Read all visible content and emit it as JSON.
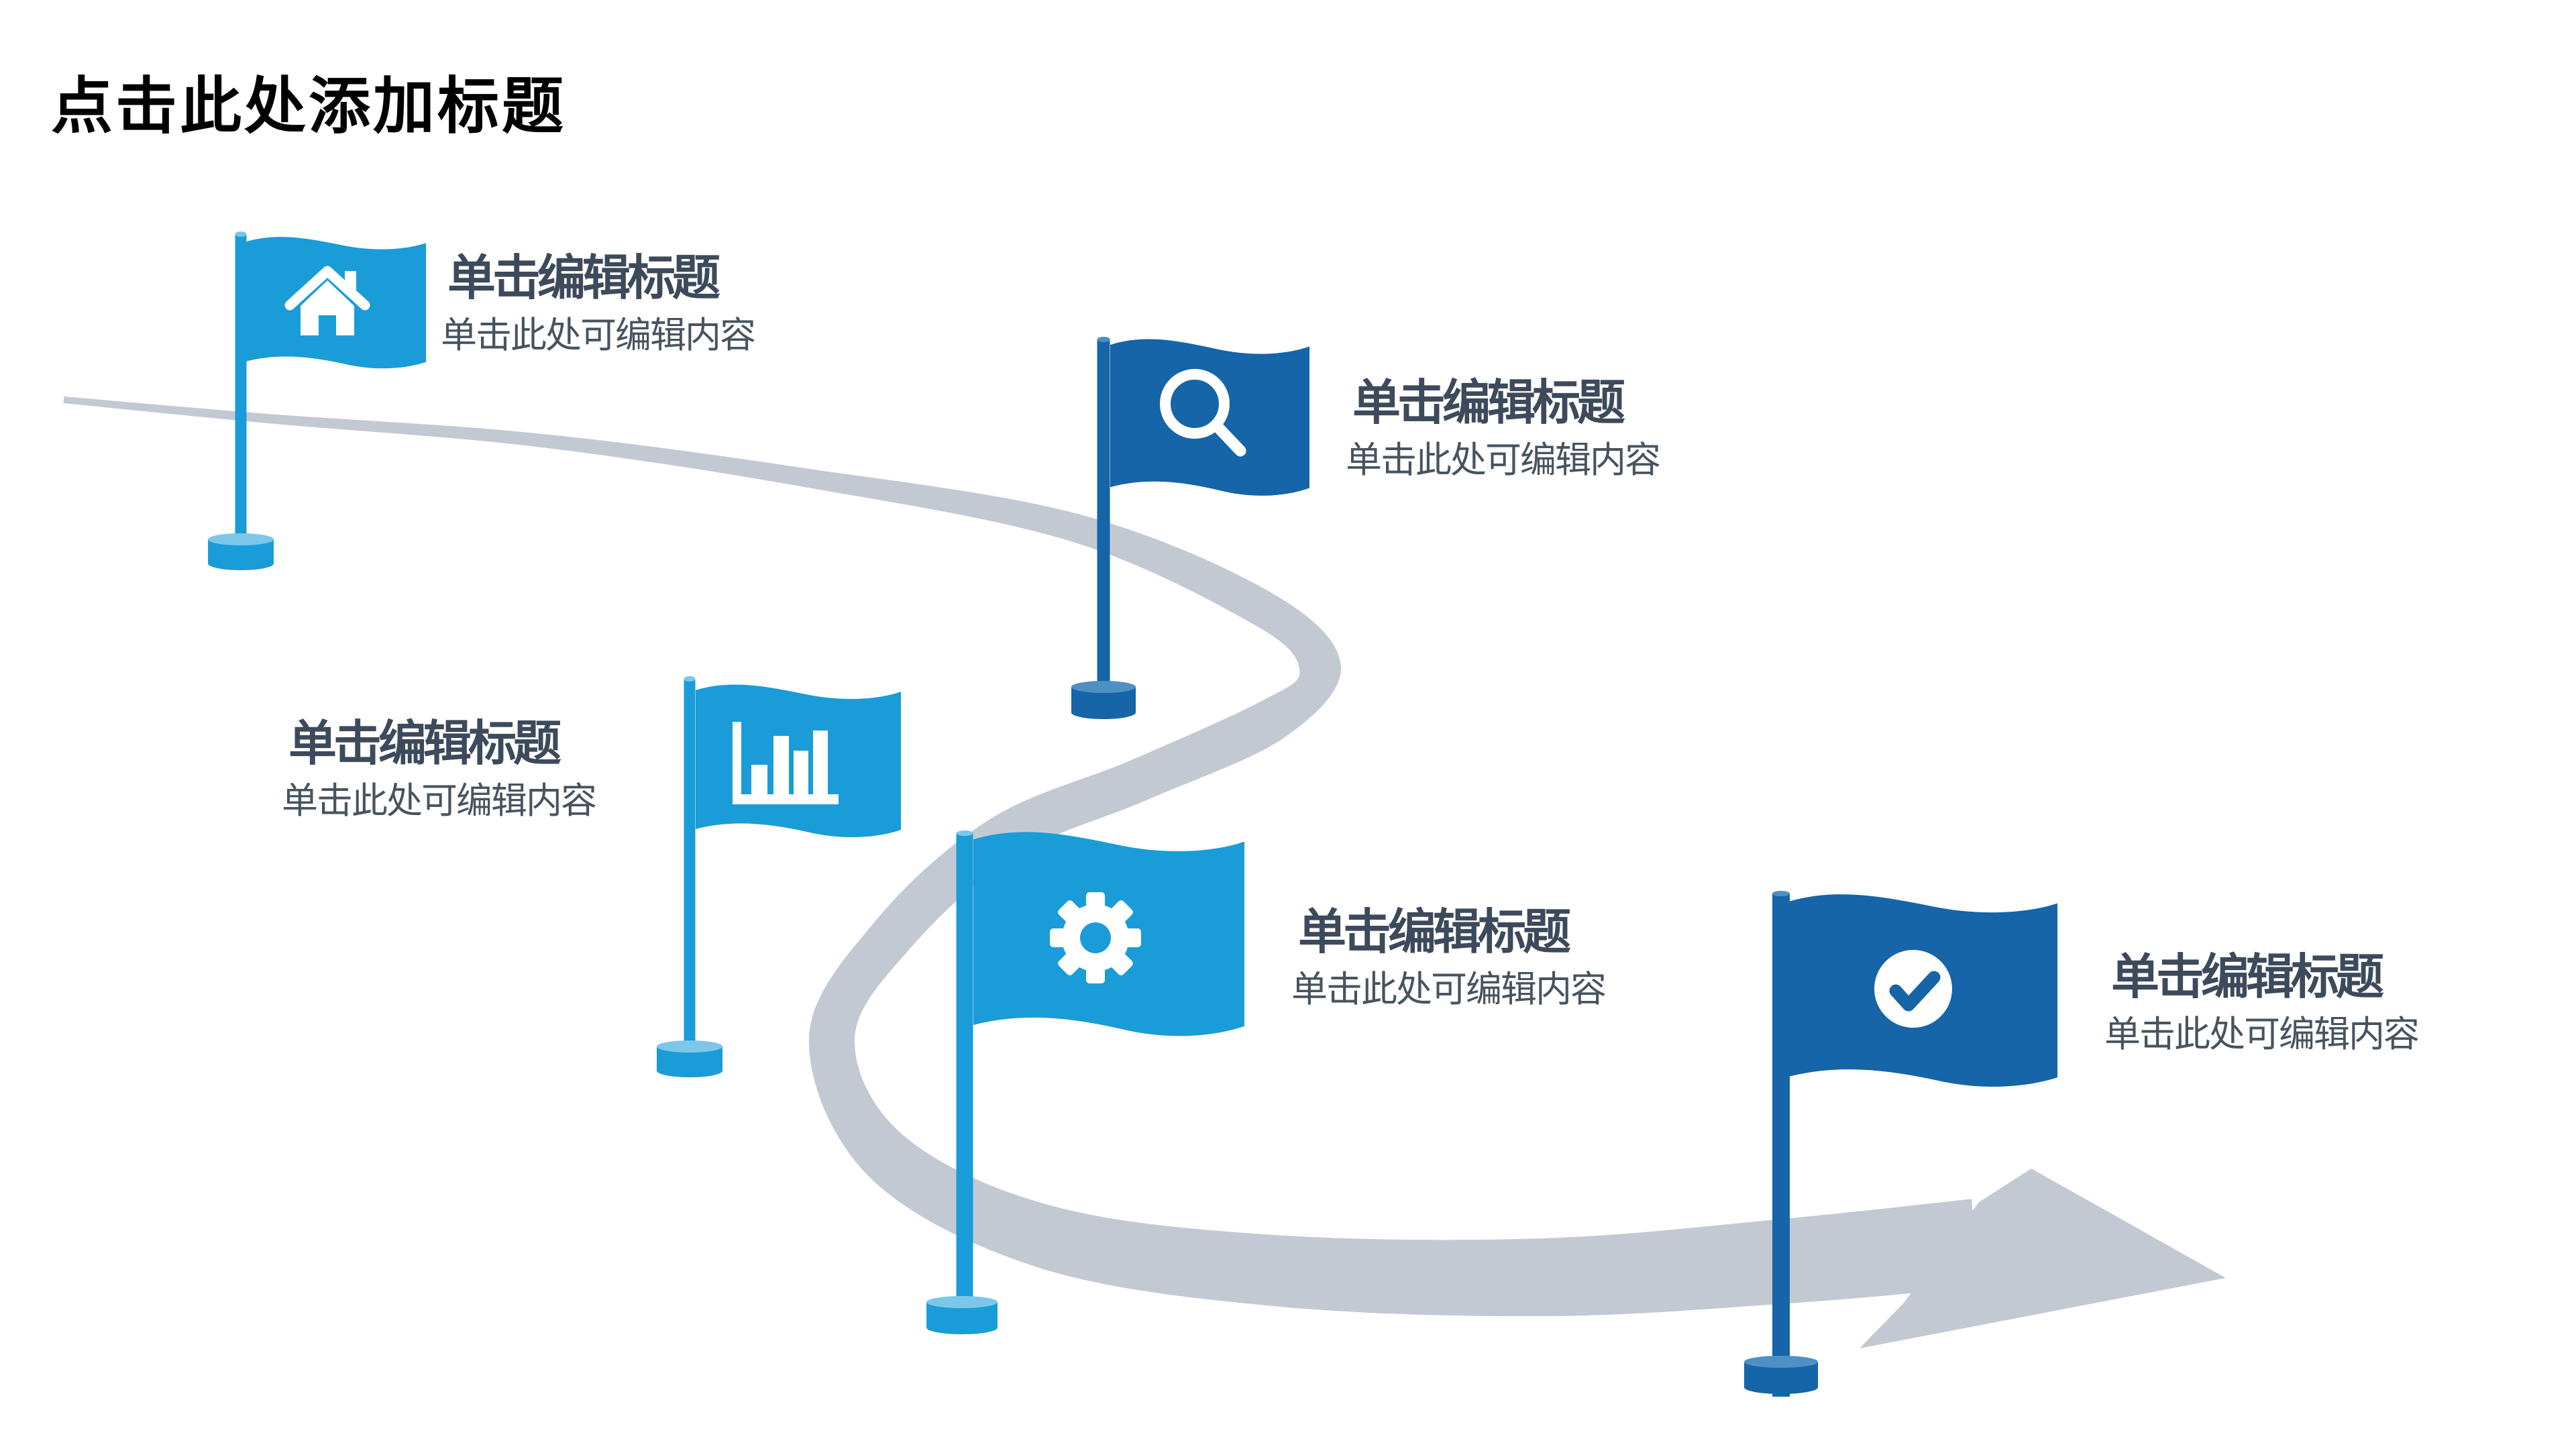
{
  "slide": {
    "title": "点击此处添加标题"
  },
  "steps": [
    {
      "icon": "home-icon",
      "variant": "light",
      "heading": "单击编辑标题",
      "body": "单击此处可编辑内容"
    },
    {
      "icon": "search-icon",
      "variant": "dark",
      "heading": "单击编辑标题",
      "body": "单击此处可编辑内容"
    },
    {
      "icon": "bar-chart-icon",
      "variant": "light",
      "heading": "单击编辑标题",
      "body": "单击此处可编辑内容"
    },
    {
      "icon": "gear-icon",
      "variant": "light",
      "heading": "单击编辑标题",
      "body": "单击此处可编辑内容"
    },
    {
      "icon": "check-icon",
      "variant": "dark",
      "heading": "单击编辑标题",
      "body": "单击此处可编辑内容"
    }
  ],
  "colors": {
    "light_blue": "#1A9CD8",
    "light_blue_cap": "#7CC6EA",
    "dark_blue": "#1565A8",
    "dark_blue_cap": "#4E8FC4",
    "path_gray": "#C3C9D3",
    "title": "#000000",
    "heading": "#3D4A5B",
    "body_text": "#47545F",
    "icon": "#FFFFFF"
  }
}
